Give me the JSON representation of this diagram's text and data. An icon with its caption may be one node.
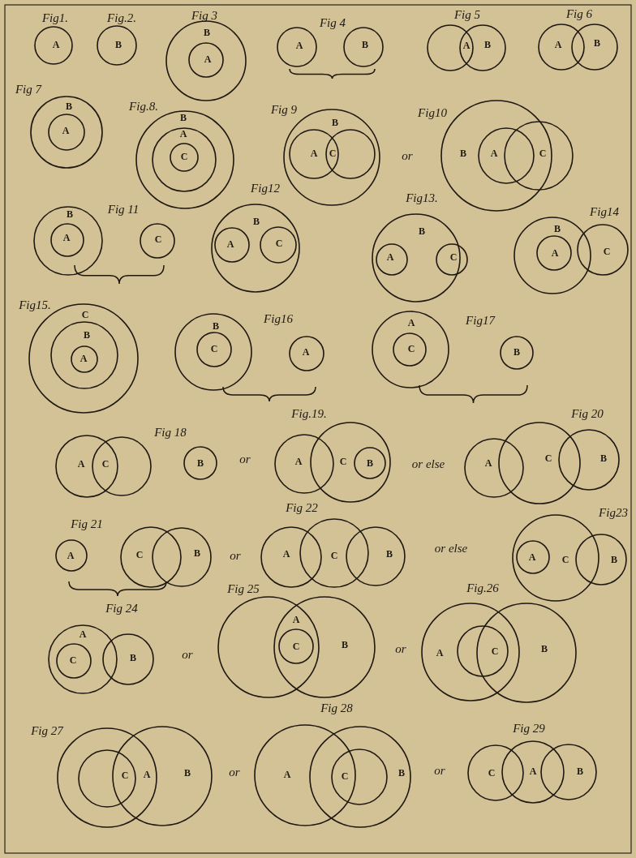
{
  "diagram": {
    "nodes": [
      {
        "text": [
          "A"
        ]
      },
      {
        "text": [
          "B"
        ]
      },
      {
        "text": [
          "B"
        ]
      },
      {
        "text": [
          "A"
        ],
        "in": 2
      },
      {
        "text": [
          "A"
        ]
      },
      {
        "text": [
          "B"
        ]
      },
      {
        "text": [
          "A"
        ]
      },
      {
        "text": [
          "B"
        ]
      },
      {
        "text": [
          "A"
        ]
      },
      {
        "text": [
          "B"
        ]
      },
      {
        "text": [
          "B"
        ]
      },
      {
        "text": [
          "A"
        ],
        "in": 10
      },
      {
        "text": [
          "B"
        ]
      },
      {
        "text": [
          "A"
        ],
        "in": 12
      },
      {
        "text": [
          "C"
        ],
        "in": 13
      },
      {
        "text": [
          "B"
        ]
      },
      {
        "text": [
          "A"
        ],
        "in": 15
      },
      {
        "text": [
          "C"
        ],
        "in": 15
      },
      {
        "text": [
          "B"
        ]
      },
      {
        "text": [
          "A"
        ],
        "in": 18
      },
      {
        "text": [
          "C"
        ]
      },
      {
        "text": [
          "B"
        ]
      },
      {
        "text": [
          "A"
        ],
        "in": 21
      },
      {
        "text": [
          "C"
        ]
      },
      {
        "text": [
          "B"
        ]
      },
      {
        "text": [
          "A"
        ],
        "in": 24
      },
      {
        "text": [
          "C"
        ],
        "in": 24
      },
      {
        "text": [
          "B"
        ]
      },
      {
        "text": [
          "A"
        ],
        "in": 27
      },
      {
        "text": [
          "C"
        ]
      },
      {
        "text": [
          "B"
        ]
      },
      {
        "text": [
          "A"
        ],
        "in": 30
      },
      {
        "text": [
          "C"
        ]
      },
      {
        "text": [
          "C"
        ]
      },
      {
        "text": [
          "B"
        ],
        "in": 33
      },
      {
        "text": [
          "A"
        ],
        "in": 34
      },
      {
        "text": [
          "B"
        ]
      },
      {
        "text": [
          "C"
        ],
        "in": 36
      },
      {
        "text": [
          "A"
        ]
      },
      {
        "text": [
          "A"
        ]
      },
      {
        "text": [
          "C"
        ],
        "in": 39
      },
      {
        "text": [
          "B"
        ]
      },
      {
        "text": [
          "A"
        ]
      },
      {
        "text": [
          "C"
        ]
      },
      {
        "text": [
          "B"
        ]
      },
      {
        "text": [
          "A"
        ]
      },
      {
        "text": [
          "C"
        ]
      },
      {
        "text": [
          "B"
        ],
        "in": 46
      },
      {
        "text": [
          "A"
        ]
      },
      {
        "text": [
          "C"
        ]
      },
      {
        "text": [
          "B"
        ]
      },
      {
        "text": [
          "A"
        ]
      },
      {
        "text": [
          "C"
        ]
      },
      {
        "text": [
          "B"
        ]
      },
      {
        "text": [
          "A"
        ]
      },
      {
        "text": [
          "C"
        ]
      },
      {
        "text": [
          "B"
        ]
      },
      {
        "text": [
          "C"
        ]
      },
      {
        "text": [
          "A"
        ],
        "in": 57
      },
      {
        "text": [
          "B"
        ]
      },
      {
        "text": [
          "A"
        ]
      },
      {
        "text": [
          "C"
        ],
        "in": 60
      },
      {
        "text": [
          "B"
        ]
      },
      {
        "text": [
          "A"
        ]
      },
      {
        "text": [
          "B"
        ]
      },
      {
        "text": [
          "C"
        ]
      },
      {
        "text": [
          "A"
        ]
      },
      {
        "text": [
          "C"
        ],
        "in": 66
      },
      {
        "text": [
          "B"
        ]
      },
      {
        "text": [
          "A"
        ]
      },
      {
        "text": [
          "C"
        ],
        "in": 69
      },
      {
        "text": [
          "B"
        ]
      },
      {
        "text": [
          "A"
        ]
      },
      {
        "text": [
          "B"
        ]
      },
      {
        "text": [
          "C"
        ],
        "in": 73
      },
      {
        "text": [
          "C"
        ]
      },
      {
        "text": [
          "A"
        ]
      },
      {
        "text": [
          "B"
        ]
      }
    ],
    "labels": [
      "Fig1.",
      "Fig.2.",
      "Fig 3",
      "Fig 4",
      "Fig 5",
      "Fig 6",
      "Fig 7",
      "Fig.8.",
      "Fig 9",
      "or",
      "Fig10",
      "Fig 11",
      "Fig12",
      "Fig13.",
      "Fig14",
      "Fig15.",
      "Fig16",
      "Fig17",
      "Fig 18",
      "or",
      "Fig.19.",
      "or else",
      "Fig 20",
      "Fig 21",
      "or",
      "Fig 22",
      "or else",
      "Fig23",
      "Fig 24",
      "or",
      "Fig 25",
      "or",
      "Fig.26",
      "Fig 27",
      "or",
      "Fig 28",
      "or",
      "Fig 29"
    ]
  }
}
